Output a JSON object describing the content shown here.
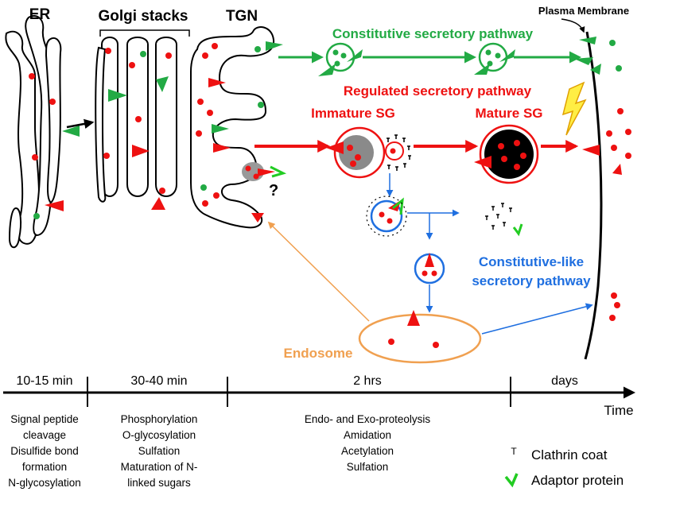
{
  "colors": {
    "red": "#ee1111",
    "green": "#22aa44",
    "blue": "#1f6fe0",
    "orange": "#f0a050",
    "yellow": "#ffee44",
    "gray": "#888888",
    "black": "#000000"
  },
  "compartments": {
    "er": "ER",
    "golgi": "Golgi stacks",
    "tgn": "TGN",
    "plasma_membrane": "Plasma Membrane"
  },
  "pathways": {
    "constitutive": "Constitutive secretory pathway",
    "regulated": "Regulated secretory pathway",
    "immature_sg": "Immature SG",
    "mature_sg": "Mature SG",
    "constitutive_like_line1": "Constitutive-like",
    "constitutive_like_line2": "secretory pathway",
    "endosome": "Endosome",
    "question": "?"
  },
  "timeline": {
    "stages": [
      {
        "time": "10-15 min",
        "events": [
          "Signal peptide",
          "cleavage",
          "Disulfide bond",
          "formation",
          "N-glycosylation"
        ]
      },
      {
        "time": "30-40 min",
        "events": [
          "Phosphorylation",
          "O-glycosylation",
          "Sulfation",
          "Maturation of N-",
          "linked sugars"
        ]
      },
      {
        "time": "2 hrs",
        "events": [
          "Endo- and Exo-proteolysis",
          "Amidation",
          "Acetylation",
          "Sulfation"
        ]
      },
      {
        "time": "days",
        "events": []
      }
    ],
    "axis_label": "Time"
  },
  "legend": {
    "clathrin_symbol": "T",
    "clathrin": "Clathrin coat",
    "adaptor": "Adaptor protein"
  }
}
